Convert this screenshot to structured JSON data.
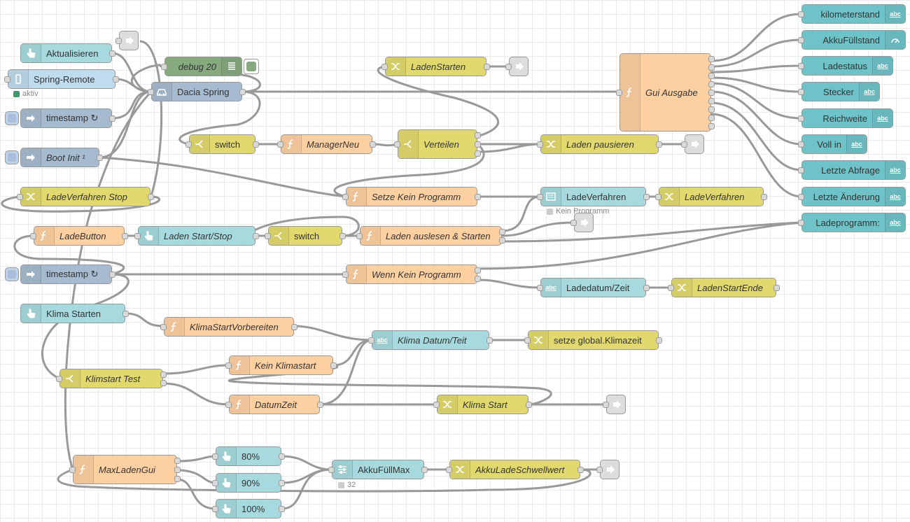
{
  "colors": {
    "ui": "#6ec3c9",
    "ui_light": "#a6dadf",
    "change": "#e2d96e",
    "function": "#fdd0a2",
    "inject": "#a6bbcf",
    "debug": "#87a980",
    "link": "#dddddd",
    "spring": "#c0dbed",
    "api": "#a6bbcf"
  },
  "nodes": {
    "aktualisieren": "Aktualisieren",
    "spring_remote": "Spring-Remote",
    "spring_remote_status": "aktiv",
    "debug20": "debug 20",
    "dacia_spring": "Dacia Spring",
    "timestamp1": "timestamp ↻",
    "boot_init": "Boot Init ¹",
    "ladeverfahren_stop": "LadeVerfahren Stop",
    "switch1": "switch",
    "manager_neu": "ManagerNeu",
    "verteilen": "Verteilen",
    "laden_starten": "LadenStarten",
    "laden_pausieren": "Laden pausieren",
    "gui_ausgabe": "Gui Ausgabe",
    "setze_kein_programm": "Setze Kein Programm",
    "ladeverfahren_ui": "LadeVerfahren",
    "ladeverfahren_ui_status": "Kein Programm",
    "ladeverfahren_change": "LadeVerfahren",
    "ladebutton": "LadeButton",
    "laden_start_stop": "Laden Start/Stop",
    "switch2": "switch",
    "laden_auslesen": "Laden auslesen & Starten",
    "timestamp2": "timestamp ↻",
    "wenn_kein_programm": "Wenn Kein Programm",
    "ladedatum_zeit": "Ladedatum/Zeit",
    "laden_start_ende": "LadenStartEnde",
    "klima_starten": "Klima Starten",
    "klima_start_vorbereiten": "KlimaStartVorbereiten",
    "klima_datum_teit": "Klima Datum/Teit",
    "setze_global_klimazeit": "setze global.Klimazeit",
    "klimstart_test": "Klimstart Test",
    "kein_klimastart": "Kein Klimastart",
    "datum_zeit": "DatumZeit",
    "klima_start": "Klima Start",
    "max_laden_gui": "MaxLadenGui",
    "btn80": "80%",
    "btn90": "90%",
    "btn100": "100%",
    "akku_full_max": "AkkuFüllMax",
    "akku_full_max_status": "32",
    "akku_lade_schwellwert": "AkkuLadeSchwellwert",
    "kilometerstand": "kilometerstand",
    "akku_fullstand": "AkkuFüllstand",
    "ladestatus": "Ladestatus",
    "stecker": "Stecker",
    "reichweite": "Reichweite",
    "voll_in": "Voll in",
    "letzte_abfrage": "Letzte Abfrage",
    "letzte_anderung": "Letzte Änderung",
    "ladeprogramm": "Ladeprogramm:"
  },
  "icons": {
    "ui_text_badge": "abc",
    "button": "hand-pointer-icon",
    "inject": "arrow-right-icon",
    "change": "shuffle-icon",
    "function": "function-icon",
    "switch": "split-icon",
    "link_out": "link-out-icon",
    "debug": "list-icon",
    "car": "car-icon",
    "phone": "phone-icon",
    "gauge": "gauge-icon",
    "slider": "slider-icon",
    "template": "template-icon"
  }
}
